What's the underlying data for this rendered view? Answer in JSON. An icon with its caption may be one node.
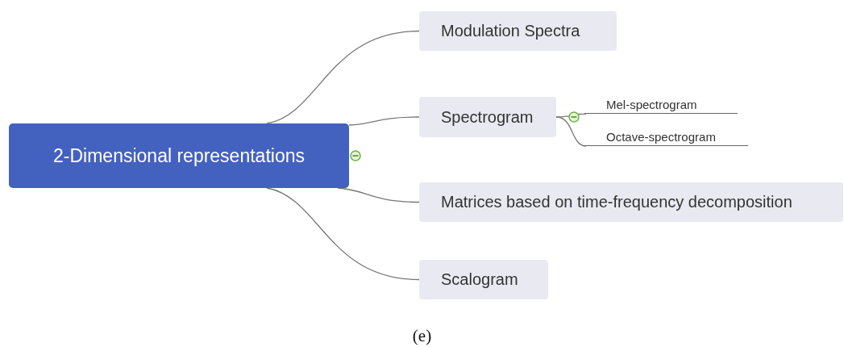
{
  "diagram": {
    "caption": "(e)",
    "nodes": [
      {
        "text": [
          "2-Dimensional representations"
        ]
      },
      {
        "text": [
          "Modulation Spectra"
        ]
      },
      {
        "text": [
          "Spectrogram"
        ]
      },
      {
        "text": [
          "Mel-spectrogram"
        ]
      },
      {
        "text": [
          "Octave-spectrogram"
        ]
      },
      {
        "text": [
          "Matrices based on time-frequency decomposition"
        ]
      },
      {
        "text": [
          "Scalogram"
        ]
      }
    ],
    "edges": [
      {
        "from": 0,
        "to": 1,
        "arrow": "none"
      },
      {
        "from": 0,
        "to": 2,
        "arrow": "none"
      },
      {
        "from": 2,
        "to": 3,
        "arrow": "none"
      },
      {
        "from": 2,
        "to": 4,
        "arrow": "none"
      },
      {
        "from": 0,
        "to": 5,
        "arrow": "none"
      },
      {
        "from": 0,
        "to": 6,
        "arrow": "none"
      }
    ]
  }
}
